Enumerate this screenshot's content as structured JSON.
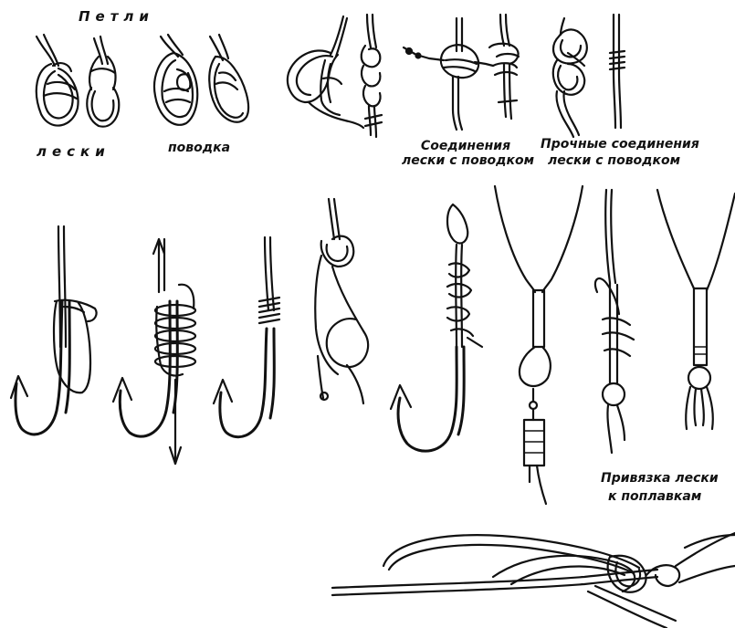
{
  "captions": {
    "loops_top": "Петли",
    "line_loops": "лески",
    "leader_loops": "поводка",
    "joins_line1": "Соединения",
    "joins_line2": "лески с поводком",
    "strong_joins_line1": "Прочные соединения",
    "strong_joins_line2": "лески с поводком",
    "float_tie_line1": "Привязка лески",
    "float_tie_line2": "к поплавкам"
  }
}
